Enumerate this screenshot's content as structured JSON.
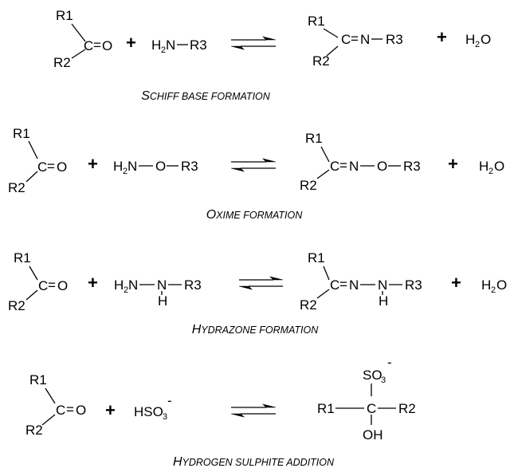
{
  "symbols": {
    "r1": "R1",
    "r2": "R2",
    "r3": "R3",
    "c": "C",
    "o": "O",
    "n": "N",
    "h": "H",
    "plus": "+",
    "dbl": "=",
    "h2n_h": "H",
    "two": "2",
    "three": "3",
    "water_h": "H",
    "water_o": "O",
    "hso_prefix": "HSO",
    "charge": "-",
    "so_prefix": "SO",
    "oh": "OH"
  },
  "reactions": [
    {
      "caption_initial": "S",
      "caption_rest": "CHIFF BASE FORMATION"
    },
    {
      "caption_initial": "O",
      "caption_rest": "XIME FORMATION"
    },
    {
      "caption_initial": "H",
      "caption_rest": "YDRAZONE FORMATION"
    },
    {
      "caption_initial": "H",
      "caption_rest": "YDROGEN SULPHITE ADDITION"
    }
  ]
}
